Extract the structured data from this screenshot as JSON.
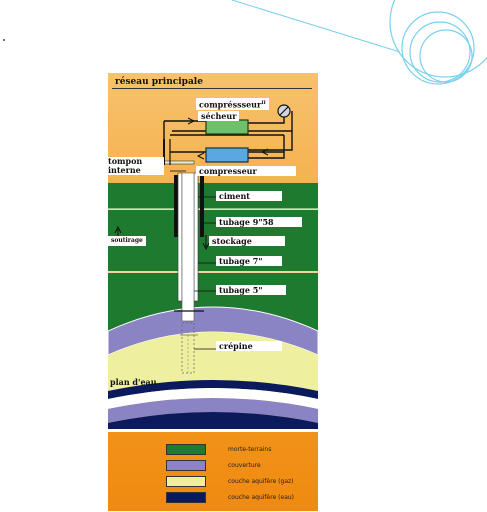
{
  "labels": {
    "reseau": "réseau principale",
    "compresseur_top": "compréssseur",
    "compresseur_sup": "II",
    "secheur": "sécheur",
    "tompon": "tompon interne",
    "compresseur": "compresseur",
    "ciment": "ciment",
    "tubage958": "tubage 9\"58",
    "soutirage": "soutirage",
    "stockage": "stockage",
    "tubage7": "tubage 7\"",
    "tubage5": "tubage 5\"",
    "crepine": "crépine",
    "plan_eau": "plan d'eau"
  },
  "legend": [
    {
      "label": "morte-terrains",
      "color": "#1e7a2e"
    },
    {
      "label": "couverture",
      "color": "#8a83c4"
    },
    {
      "label": "couche aquifère (gaz)",
      "color": "#eef0a0"
    },
    {
      "label": "couche aquifère (eau)",
      "color": "#0a1a5c"
    }
  ],
  "colors": {
    "green_layer": "#1e7a2e",
    "cap_rock": "#8a83c4",
    "gas_layer": "#eef0a0",
    "water_layer": "#0a1a5c",
    "secheur_fill": "#6fc06a",
    "compresseur_fill": "#5aa8e0",
    "deco_circle": "#7ad0ee"
  }
}
